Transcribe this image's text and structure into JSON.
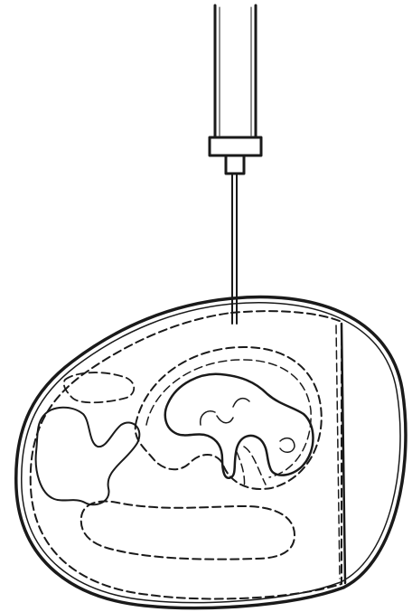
{
  "figure": {
    "kind": "line-drawing",
    "subject": "egg-injection-illustration",
    "stroke_color": "#1a1a1a",
    "background_color": "#ffffff",
    "parts": [
      {
        "name": "syringe-barrel-icon"
      },
      {
        "name": "syringe-needle-icon"
      },
      {
        "name": "eggshell-outline"
      },
      {
        "name": "shell-membrane-outline"
      },
      {
        "name": "air-cell-boundary"
      },
      {
        "name": "embryo-outline"
      },
      {
        "name": "yolk-sac-outline"
      },
      {
        "name": "amnion-outline"
      },
      {
        "name": "allantois-outline"
      }
    ]
  }
}
